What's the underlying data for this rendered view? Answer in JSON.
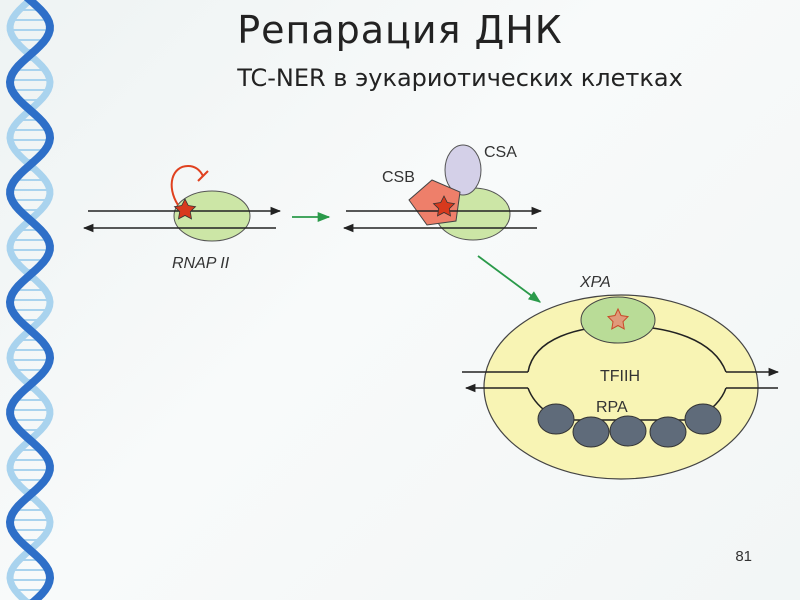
{
  "slide": {
    "title": "Репарация ДНК",
    "subtitle": "TC-NER в эукариотических клетках",
    "page_number": "81"
  },
  "diagram": {
    "labels": {
      "rnap": "RNAP II",
      "csa": "CSA",
      "csb": "CSB",
      "xpa": "XPA",
      "tfiih": "TFIIH",
      "rpa": "RPA"
    },
    "colors": {
      "rnap_fill": "#cce6a6",
      "csa_fill": "#d4d0e8",
      "csb_fill": "#ee7f6a",
      "tfiih_fill": "#f8f4b4",
      "rpa_fill": "#5f6b7a",
      "lesion_star": "#d8391d",
      "stall_arrow": "#e0411f",
      "flow_arrow": "#2a9a4a",
      "dna_blue": "#2e6fc8",
      "dna_light": "#a9d3ee"
    }
  }
}
